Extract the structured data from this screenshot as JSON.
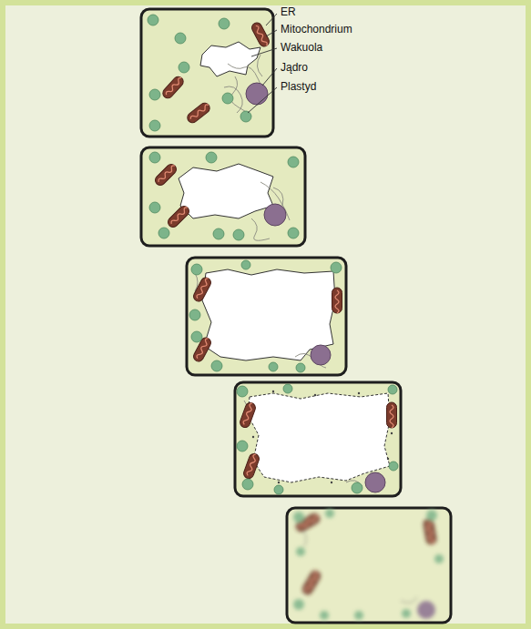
{
  "diagram": {
    "labels": [
      "ER",
      "Mitochondrium",
      "Wakuola",
      "Jądro",
      "Plastyd"
    ]
  }
}
